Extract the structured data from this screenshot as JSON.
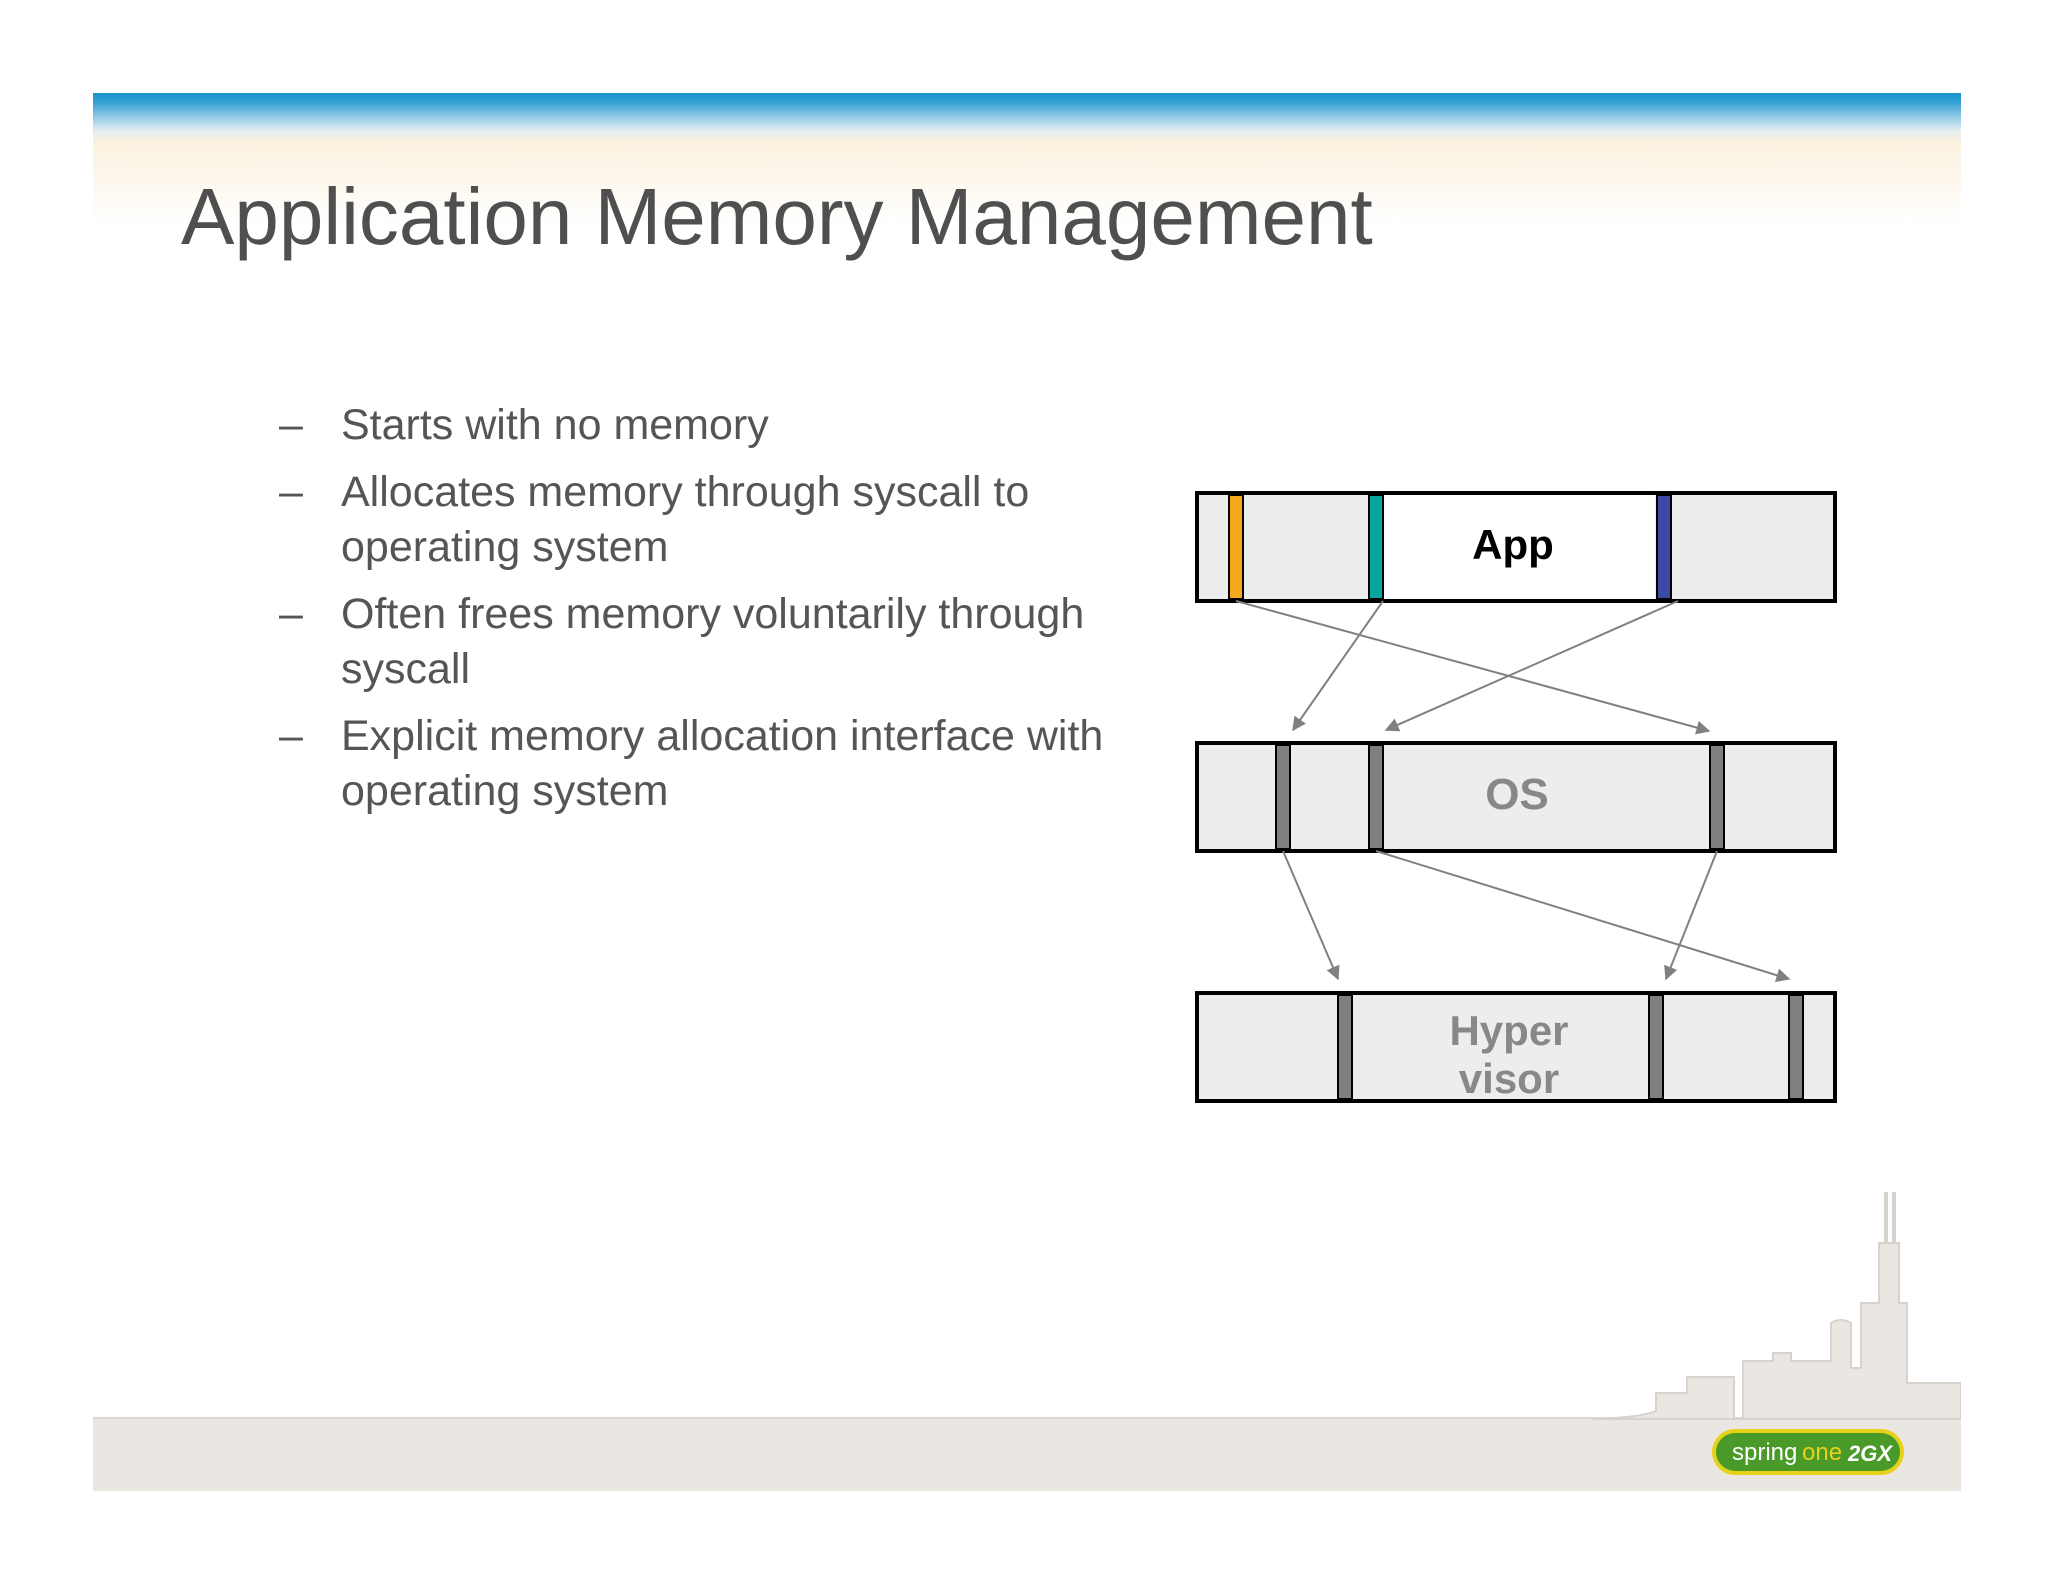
{
  "slide": {
    "title": "Application Memory Management",
    "bullets": [
      {
        "dash": "–",
        "text": "Starts with no memory"
      },
      {
        "dash": "–",
        "text": "Allocates memory through syscall to operating system"
      },
      {
        "dash": "–",
        "text": "Often frees memory voluntarily through syscall"
      },
      {
        "dash": "–",
        "text": "Explicit memory allocation interface with operating system"
      }
    ]
  },
  "diagram": {
    "layers": [
      {
        "label_lines": [
          "App"
        ],
        "label_color": "#000000"
      },
      {
        "label_lines": [
          "OS"
        ],
        "label_color": "#888888"
      },
      {
        "label_lines": [
          "Hyper",
          "visor"
        ],
        "label_color": "#888888"
      }
    ],
    "colors": {
      "box_fill": "#ededee",
      "box_stroke": "#000000",
      "app_page_1": "#f5a81c",
      "app_page_2": "#0aa5a0",
      "app_page_3": "#3d4aa8",
      "os_page": "#7f7f7f",
      "arrow": "#808080"
    }
  },
  "branding": {
    "logo_word_1": "spring",
    "logo_word_2": "one",
    "logo_badge": "2GX",
    "logo_green": "#4a9a2a",
    "logo_yellow": "#e8d219"
  }
}
